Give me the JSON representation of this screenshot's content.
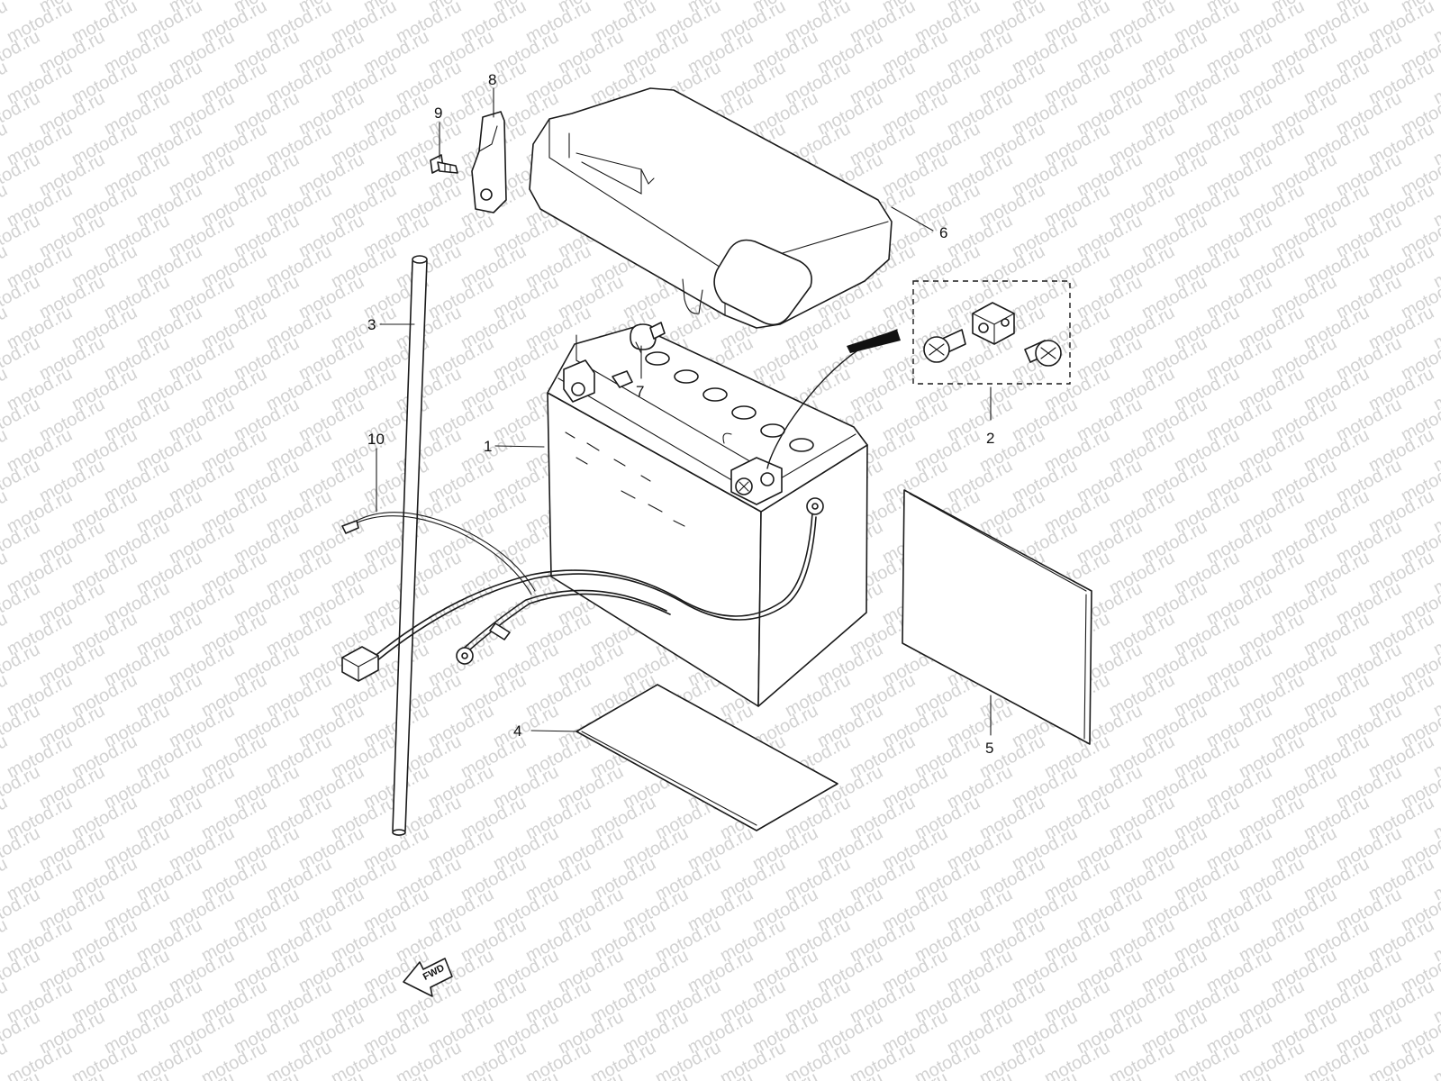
{
  "watermark": {
    "text": "motod.ru"
  },
  "callouts": [
    {
      "id": "1",
      "label": "1"
    },
    {
      "id": "2",
      "label": "2"
    },
    {
      "id": "3",
      "label": "3"
    },
    {
      "id": "4",
      "label": "4"
    },
    {
      "id": "5",
      "label": "5"
    },
    {
      "id": "6",
      "label": "6"
    },
    {
      "id": "7",
      "label": "7"
    },
    {
      "id": "8",
      "label": "8"
    },
    {
      "id": "9",
      "label": "9"
    },
    {
      "id": "10",
      "label": "10"
    }
  ],
  "direction_arrow": {
    "label": "FWD"
  }
}
